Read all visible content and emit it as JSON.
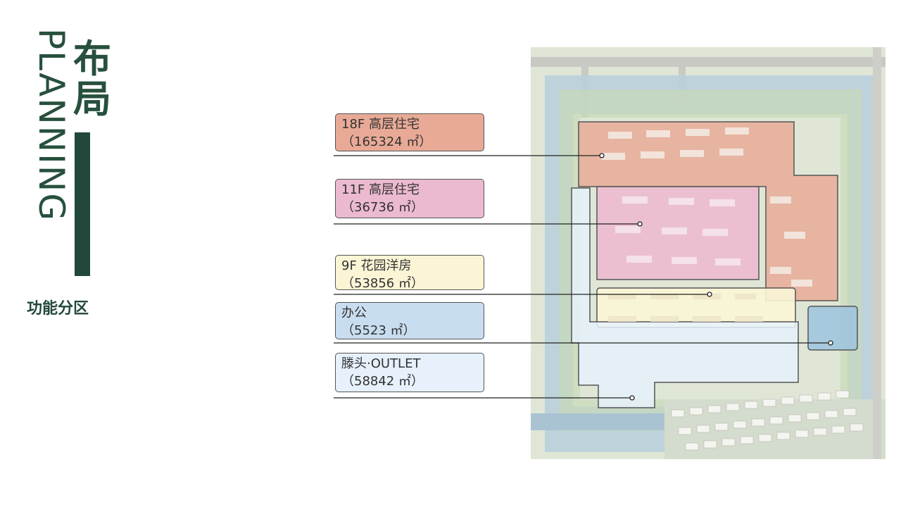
{
  "header": {
    "title_en": "PLANNING",
    "title_cn": "布局",
    "subtitle": "功能分区"
  },
  "zones": [
    {
      "name": "18F 高层住宅",
      "area": "（165324 ㎡）",
      "color": "#e8aa96"
    },
    {
      "name": "11F 高层住宅",
      "area": "（36736 ㎡）",
      "color": "#ecbad0"
    },
    {
      "name": "9F 花园洋房",
      "area": "（53856 ㎡）",
      "color": "#fbf5d6"
    },
    {
      "name": "办公",
      "area": "（5523 ㎡）",
      "color": "#c9ddf0"
    },
    {
      "name": "滕头·OUTLET",
      "area": "（58842 ㎡）",
      "color": "#e6f1fb"
    }
  ]
}
